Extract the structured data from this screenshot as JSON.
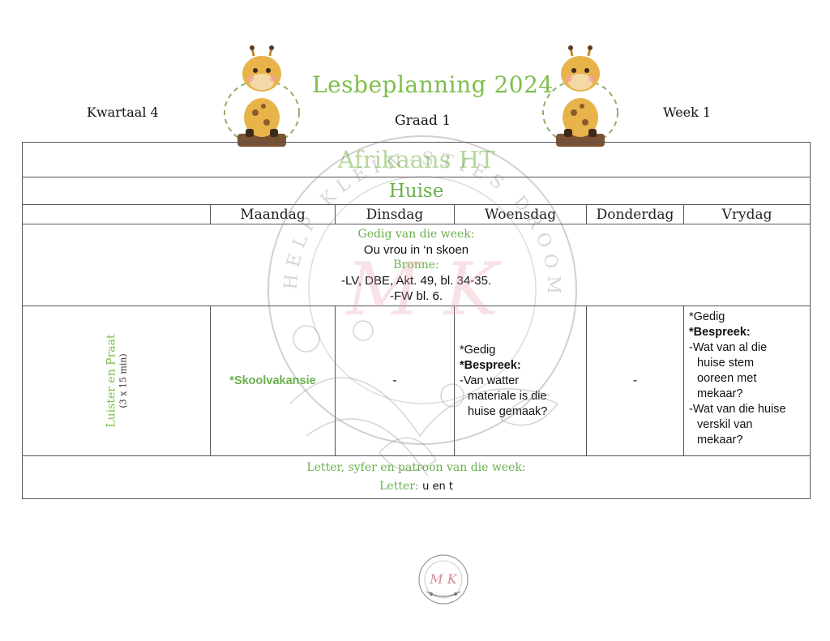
{
  "header": {
    "term": "Kwartaal 4",
    "title": "Lesbeplanning 2024",
    "grade": "Graad 1",
    "week": "Week 1"
  },
  "subject": "Afrikaans HT",
  "topic": "Huise",
  "days": [
    "Maandag",
    "Dinsdag",
    "Woensdag",
    "Donderdag",
    "Vrydag"
  ],
  "poem_section": {
    "label": "Gedig van die week:",
    "poem": "Ou vrou in ‘n skoen",
    "sources_label": "Bronne:",
    "sources": [
      "-LV, DBE, Akt. 49, bl. 34-35.",
      "-FW bl. 6."
    ]
  },
  "activity_row": {
    "label": "Luister en Praat",
    "duration": "(3 x 15 min)",
    "monday": "*Skoolvakansie",
    "tuesday": "-",
    "wednesday": {
      "line1": "*Gedig",
      "line2": "*Bespreek:",
      "line3": "-Van watter",
      "line4": "materiale is die",
      "line5": "huise gemaak?"
    },
    "thursday": "-",
    "friday": {
      "line1": "*Gedig",
      "line2": "*Bespreek:",
      "line3": "-Wat van al die",
      "line4": "huise stem",
      "line5": "ooreen met",
      "line6": "mekaar?",
      "line7": "-Wat van die huise",
      "line8": "verskil van",
      "line9": "mekaar?"
    }
  },
  "letter_section": {
    "label": "Letter, syfer en patroon van die week:",
    "letter_label": "Letter:",
    "letter_value": "u en t"
  },
  "watermark": {
    "text": "HELP KLEIN-STIES DROOM",
    "monogram": "M K"
  },
  "colors": {
    "green": "#6ab04c",
    "light_green": "#b5d89a",
    "giraffe": "#e8b34a"
  }
}
